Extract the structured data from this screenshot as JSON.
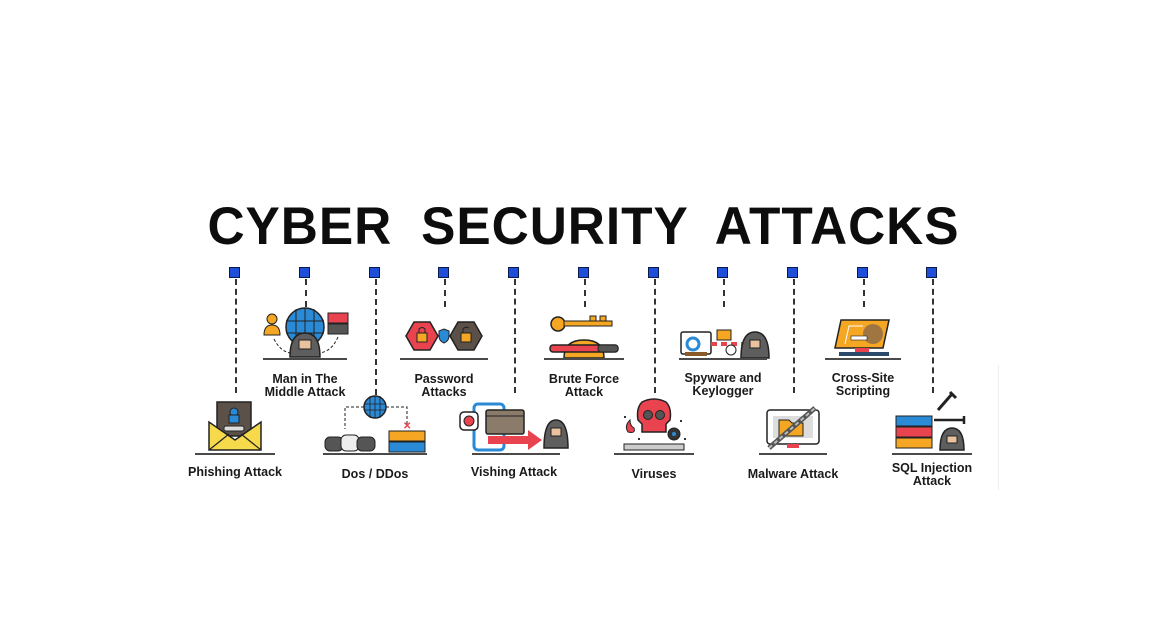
{
  "title": "CYBER SECURITY ATTACKS",
  "colors": {
    "marker": "#1f4fd8",
    "dash": "#333333",
    "text": "#0d0d0d",
    "red": "#e8434f",
    "orange": "#f5a623",
    "yellow": "#f7d94c",
    "blue": "#2b8ad6",
    "gray": "#6b6b6b"
  },
  "attacks": [
    {
      "label": "Phishing Attack",
      "icon": "envelope-lock-icon",
      "row": "lower"
    },
    {
      "label": "Man in The\nMiddle Attack",
      "icon": "globe-hacker-icon",
      "row": "upper"
    },
    {
      "label": "Dos / DDos",
      "icon": "botnet-server-icon",
      "row": "lower"
    },
    {
      "label": "Password\nAttacks",
      "icon": "hex-lock-icon",
      "row": "upper"
    },
    {
      "label": "Vishing Attack",
      "icon": "phone-card-hacker-icon",
      "row": "lower"
    },
    {
      "label": "Brute Force\nAttack",
      "icon": "key-gear-icon",
      "row": "upper"
    },
    {
      "label": "Viruses",
      "icon": "skull-virus-icon",
      "row": "lower"
    },
    {
      "label": "Spyware and\nKeylogger",
      "icon": "monitor-spy-icon",
      "row": "upper"
    },
    {
      "label": "Malware Attack",
      "icon": "monitor-chain-icon",
      "row": "lower"
    },
    {
      "label": "Cross-Site\nScripting",
      "icon": "monitor-script-icon",
      "row": "upper"
    },
    {
      "label": "SQL Injection\nAttack",
      "icon": "database-syringe-icon",
      "row": "lower"
    }
  ]
}
